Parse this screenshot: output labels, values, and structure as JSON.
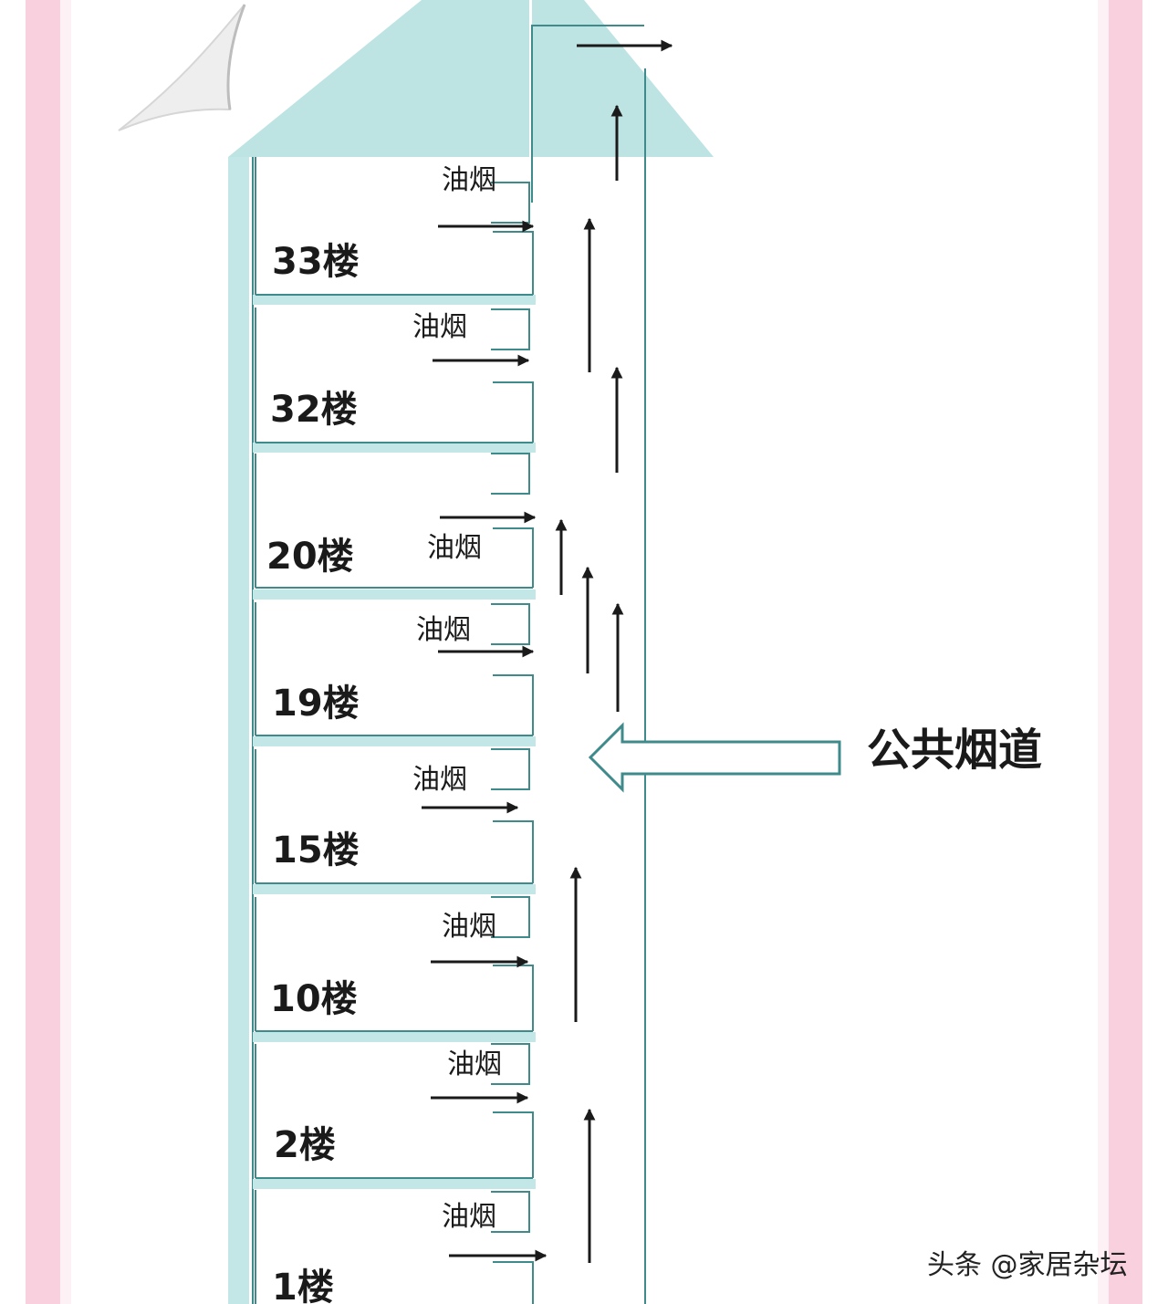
{
  "colors": {
    "border_pink": "#f9d1de",
    "inner_pink": "#fdf1f5",
    "roof_teal": "#bde3e3",
    "slab_teal": "#c3e6e6",
    "line_teal": "#3f8a8a",
    "arrow_black": "#1a1a1a",
    "paper_grey": "#eeeeee"
  },
  "floors": [
    {
      "label": "33楼",
      "smoke_label": "油烟"
    },
    {
      "label": "32楼",
      "smoke_label": "油烟"
    },
    {
      "label": "20楼",
      "smoke_label": "油烟"
    },
    {
      "label": "19楼",
      "smoke_label": "油烟"
    },
    {
      "label": "15楼",
      "smoke_label": "油烟"
    },
    {
      "label": "10楼",
      "smoke_label": "油烟"
    },
    {
      "label": "2楼",
      "smoke_label": "油烟"
    },
    {
      "label": "1楼",
      "smoke_label": "油烟"
    }
  ],
  "shaft_label": "公共烟道",
  "watermark": "头条 @家居杂坛",
  "icons": {
    "paper_curl": "curled-paper-corner-icon",
    "exhaust_arrow": "right-arrow-icon",
    "updraft_arrow": "up-arrow-icon",
    "pointer": "hollow-left-arrow-icon"
  }
}
